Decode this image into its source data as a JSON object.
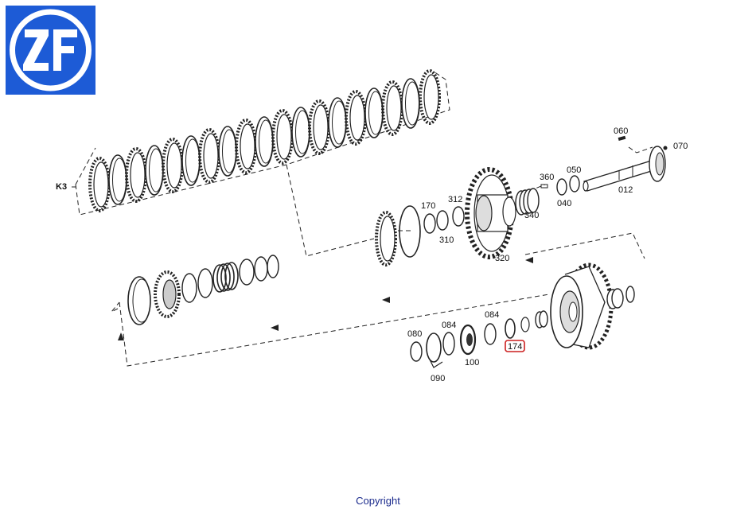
{
  "brand": {
    "logo_text": "ZF",
    "logo_color": "#1d5bd6"
  },
  "diagram": {
    "labels": {
      "k3": "K3",
      "p060": "060",
      "p070": "070",
      "p360": "360",
      "p050": "050",
      "p040": "040",
      "p012": "012",
      "p312": "312",
      "p170": "170",
      "p340": "340",
      "p310": "310",
      "p320": "320",
      "p080": "080",
      "p084a": "084",
      "p084b": "084",
      "p174": "174",
      "p100": "100",
      "p090": "090"
    },
    "highlight_color": "#cc1f1f"
  },
  "footer": {
    "copyright": "Copyright"
  }
}
